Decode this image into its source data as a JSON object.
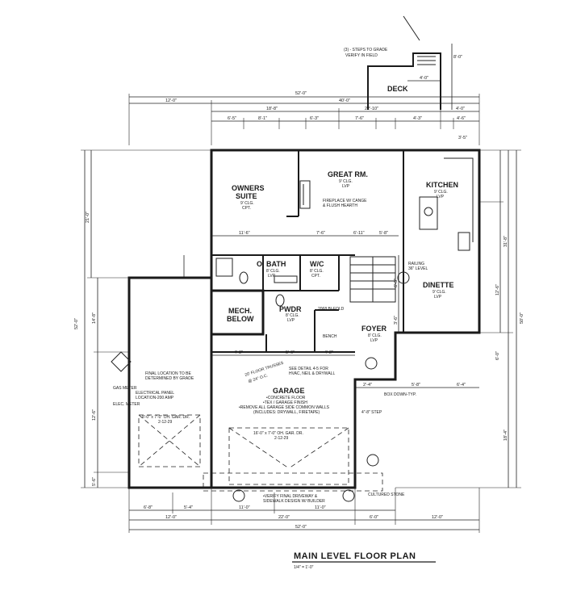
{
  "rooms": {
    "owners_suite": [
      "OWNERS",
      "SUITE",
      "9' CLG.",
      "CPT."
    ],
    "great_rm": [
      "GREAT RM.",
      "9' CLG.",
      "LVP"
    ],
    "kitchen": [
      "KITCHEN",
      "9' CLG.",
      "LVP"
    ],
    "o_bath": [
      "O. BATH",
      "8' CLG.",
      "LVP"
    ],
    "wic": [
      "W/C",
      "8' CLG.",
      "CPT."
    ],
    "dinette": [
      "DINETTE",
      "9' CLG.",
      "LVP"
    ],
    "mech": [
      "MECH.",
      "BELOW"
    ],
    "pwdr": [
      "PWDR",
      "8' CLG.",
      "LVP"
    ],
    "foyer": [
      "FOYER",
      "8' CLG.",
      "LVP"
    ],
    "garage": [
      "GARAGE",
      "•CONCRETE FLOOR",
      "•TEX / GARAGE FINISH",
      "•REMOVE ALL GARAGE SIDE COMMON WALLS",
      "(INCLUDES: DRYWALL, FIRETAPE)"
    ],
    "deck": "DECK"
  },
  "notes": {
    "steps": "(3) - STEPS TO GRADE",
    "verify": "VERIFY IN FIELD",
    "fireplace": "FIREPLACE W/ CANGE",
    "hearth": "& FLUSH HEARTH",
    "railing": "RAILING",
    "railing2": "36\" LEVEL",
    "final_location": "FINAL LOCATION TO BE",
    "final_location2": "DETERMINED BY GRADE",
    "gas_meter": "GAS METER",
    "elec_meter": "ELEC. METER",
    "elec_panel": "ELECTRICAL PANEL",
    "elec_panel2": "LOCATION-200 AMP",
    "see_detail": "SEE DETAIL 4-5 FOR",
    "hvac": "HVAC, NEIL & DRYWALL",
    "attic": "20' FLOOR TRUSSES",
    "attic2": "@ 24\" O.C.",
    "door_small": "8'-0\" x 7'-0\" OH. GAR. DR.",
    "door_small2": "2-12-29",
    "door_big": "16'-0\" x 7'-0\" OH. GAR. DR.",
    "door_big2": "2-12-29",
    "verify_driveway": "•VERIFY FINAL DRIVEWAY &",
    "verify_driveway2": "SIDEWALK DESIGN W/ BUILDER",
    "cultured_stone": "CULTURED STONE",
    "step": "4\"-8\" STEP",
    "box_down": "BOX DOWN-TYP.",
    "bifold": "2068 BI-FOLD",
    "bench": "BENCH"
  },
  "dims": {
    "overall": "52'-0\"",
    "top_a": "12'-0\"",
    "top_b": "40'-0\"",
    "top_c": "18'-8\"",
    "top_d": "22'-10\"",
    "top_e": "4'-0\"",
    "row3": [
      "6'-5\"",
      "8'-1\"",
      "6'-3\"",
      "7'-6\"",
      "4'-3\"",
      "4'-6\"",
      "3'-5\""
    ],
    "left_total": "52'-0\"",
    "left_a": "21'-0\"",
    "left_b": "14'-8\"",
    "left_c": "12'-6\"",
    "left_d": "5'-6\"",
    "right_total": "50'-0\"",
    "right_a": "31'-8\"",
    "right_b": "18'-4\"",
    "right_c": "12'-6\"",
    "right_d": "6'-0\"",
    "bottom_total": "52'-0\"",
    "bottom_a": "12'-0\"",
    "bottom_b": "22'-0\"",
    "bottom_c": "6'-0\"",
    "bottom_d": "12'-0\"",
    "bottom_row1": [
      "6'-8\"",
      "5'-4\"",
      "11'-0\"",
      "11'-0\""
    ],
    "deck_a": "4'-0\"",
    "deck_b": "8'-0\"",
    "garage_a": "4'-8\"",
    "garage_b": "5'-6\"",
    "garage_c": "4'-2\"",
    "mid_a": "11'-6\"",
    "mid_b": "7'-6\"",
    "mid_c": "6'-11\"",
    "mid_d": "5'-8\"",
    "dn_a": "6'-3\"",
    "dn_b": "3'-6\"",
    "fy_a": "2'-4\"",
    "fy_b": "5'-8\"",
    "fy_c": "6'-4\""
  },
  "title": {
    "main": "MAIN LEVEL FLOOR PLAN",
    "scale": "1/4\" = 1'-0\""
  }
}
